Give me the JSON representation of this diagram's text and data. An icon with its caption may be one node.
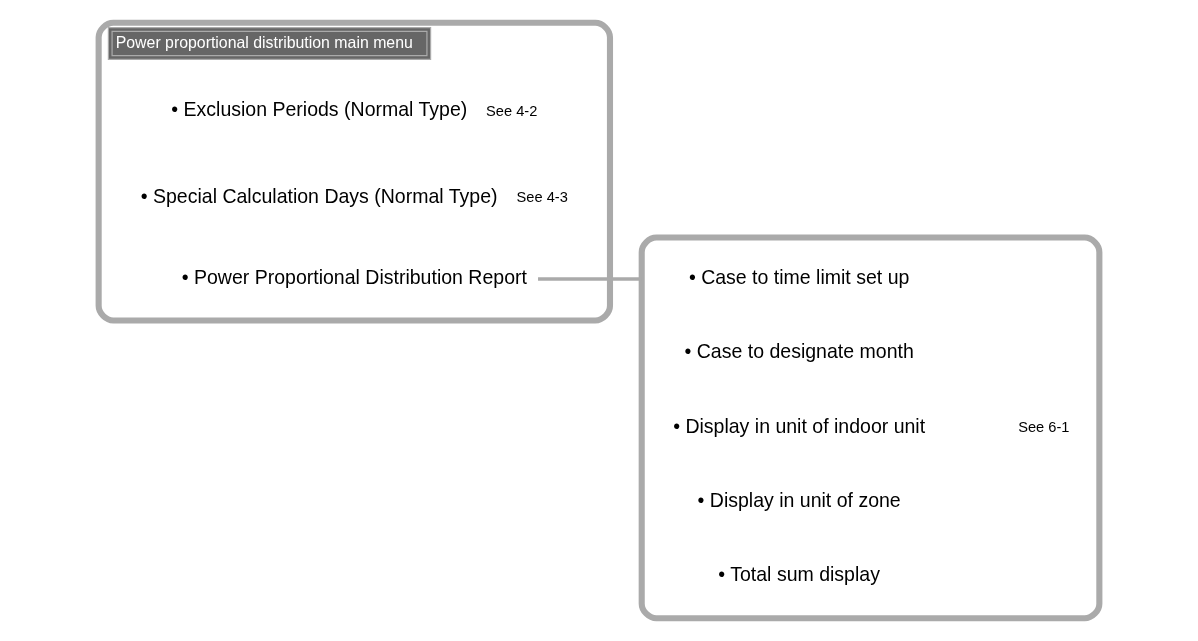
{
  "diagram": {
    "nodes": [
      {
        "text": [
          "Power proportional distribution main menu"
        ]
      },
      {
        "text": [
          "• Exclusion Periods (Normal Type)"
        ],
        "in": 0,
        "beside": [
          "See 4-2"
        ]
      },
      {
        "text": [
          "• Special Calculation Days (Normal Type)"
        ],
        "in": 0,
        "beside": [
          "See 4-3"
        ]
      },
      {
        "text": [
          "• Power Proportional Distribution Report"
        ],
        "in": 0
      },
      {
        "text": [],
        "shape": "box"
      },
      {
        "text": [
          "• Case to time limit set up"
        ],
        "in": 4
      },
      {
        "text": [
          "• Case to designate month"
        ],
        "in": 4
      },
      {
        "text": [
          "• Display in unit of indoor unit"
        ],
        "in": 4
      },
      {
        "text": [
          "• Display in unit of zone"
        ],
        "in": 4
      },
      {
        "text": [
          "• Total sum display"
        ],
        "in": 4
      }
    ],
    "edges": [
      {
        "from": 3,
        "to": 4,
        "arrow": "none"
      }
    ],
    "labels": [
      "See 6-1"
    ]
  }
}
